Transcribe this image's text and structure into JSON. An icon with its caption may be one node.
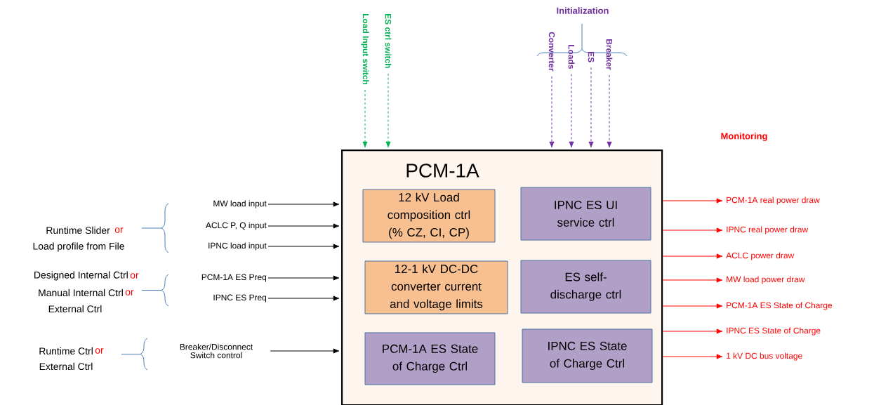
{
  "diagram": {
    "nodes": [
      {
        "text": [
          "PCM-1A"
        ]
      },
      {
        "text": [
          "12 kV Load composition ctrl (% CZ, CI, CP)"
        ],
        "in": 0
      },
      {
        "text": [
          "IPNC ES UI service ctrl"
        ],
        "in": 0
      },
      {
        "text": [
          "12-1 kV DC-DC converter current and voltage limits"
        ],
        "in": 0
      },
      {
        "text": [
          "ES self-discharge ctrl"
        ],
        "in": 0
      },
      {
        "text": [
          "PCM-1A ES State of Charge Ctrl"
        ],
        "in": 0
      },
      {
        "text": [
          "IPNC ES State of Charge Ctrl"
        ],
        "in": 0
      },
      {
        "text": [
          "MW load input"
        ]
      },
      {
        "text": [
          "ACLC P, Q input"
        ]
      },
      {
        "text": [
          "IPNC load input"
        ]
      },
      {
        "text": [
          "PCM-1A ES Preq"
        ]
      },
      {
        "text": [
          "IPNC ES Preq"
        ]
      },
      {
        "text": [
          "Breaker/Disconnect Switch control"
        ]
      },
      {
        "text": [
          "Load Input switch"
        ]
      },
      {
        "text": [
          "ES ctrl switch"
        ]
      },
      {
        "text": [
          "Converter"
        ]
      },
      {
        "text": [
          "Loads"
        ]
      },
      {
        "text": [
          "ES"
        ]
      },
      {
        "text": [
          "Breaker"
        ]
      },
      {
        "text": [
          "PCM-1A real power draw"
        ]
      },
      {
        "text": [
          "IPNC real power draw"
        ]
      },
      {
        "text": [
          "ACLC power draw"
        ]
      },
      {
        "text": [
          "MW load power draw"
        ]
      },
      {
        "text": [
          "PCM-1A ES State of Charge"
        ]
      },
      {
        "text": [
          "IPNC ES State of Charge"
        ]
      },
      {
        "text": [
          "1 kV DC bus voltage"
        ]
      }
    ],
    "edges": [
      {
        "from": 7,
        "to": 0,
        "arrow": "to",
        "color": "#000000"
      },
      {
        "from": 8,
        "to": 0,
        "arrow": "to",
        "color": "#000000"
      },
      {
        "from": 9,
        "to": 0,
        "arrow": "to",
        "color": "#000000"
      },
      {
        "from": 10,
        "to": 0,
        "arrow": "to",
        "color": "#000000"
      },
      {
        "from": 11,
        "to": 0,
        "arrow": "to",
        "color": "#000000"
      },
      {
        "from": 12,
        "to": 0,
        "arrow": "to",
        "color": "#000000"
      },
      {
        "from": 13,
        "to": 0,
        "arrow": "to",
        "style": "dashed",
        "color": "#00b050"
      },
      {
        "from": 14,
        "to": 0,
        "arrow": "to",
        "style": "dashed",
        "color": "#00b050"
      },
      {
        "from": 15,
        "to": 0,
        "arrow": "to",
        "style": "dashed",
        "color": "#7030a0"
      },
      {
        "from": 16,
        "to": 0,
        "arrow": "to",
        "style": "dashed",
        "color": "#7030a0"
      },
      {
        "from": 17,
        "to": 0,
        "arrow": "to",
        "style": "dashed",
        "color": "#7030a0"
      },
      {
        "from": 18,
        "to": 0,
        "arrow": "to",
        "style": "dashed",
        "color": "#7030a0"
      },
      {
        "from": 0,
        "to": 19,
        "arrow": "to",
        "color": "#ff0000"
      },
      {
        "from": 0,
        "to": 20,
        "arrow": "to",
        "color": "#ff0000"
      },
      {
        "from": 0,
        "to": 21,
        "arrow": "to",
        "color": "#ff0000"
      },
      {
        "from": 0,
        "to": 22,
        "arrow": "to",
        "color": "#ff0000"
      },
      {
        "from": 0,
        "to": 23,
        "arrow": "to",
        "color": "#ff0000"
      },
      {
        "from": 0,
        "to": 24,
        "arrow": "to",
        "color": "#ff0000"
      },
      {
        "from": 0,
        "to": 25,
        "arrow": "to",
        "color": "#ff0000"
      }
    ],
    "labels": [
      "Initialization",
      "Monitoring",
      "Runtime Slider",
      "or",
      "Load profile from File",
      "Designed Internal Ctrl",
      "or",
      "Manual Internal Ctrl",
      "or",
      "External Ctrl",
      "Runtime Ctrl",
      "or",
      "External Ctrl"
    ]
  }
}
